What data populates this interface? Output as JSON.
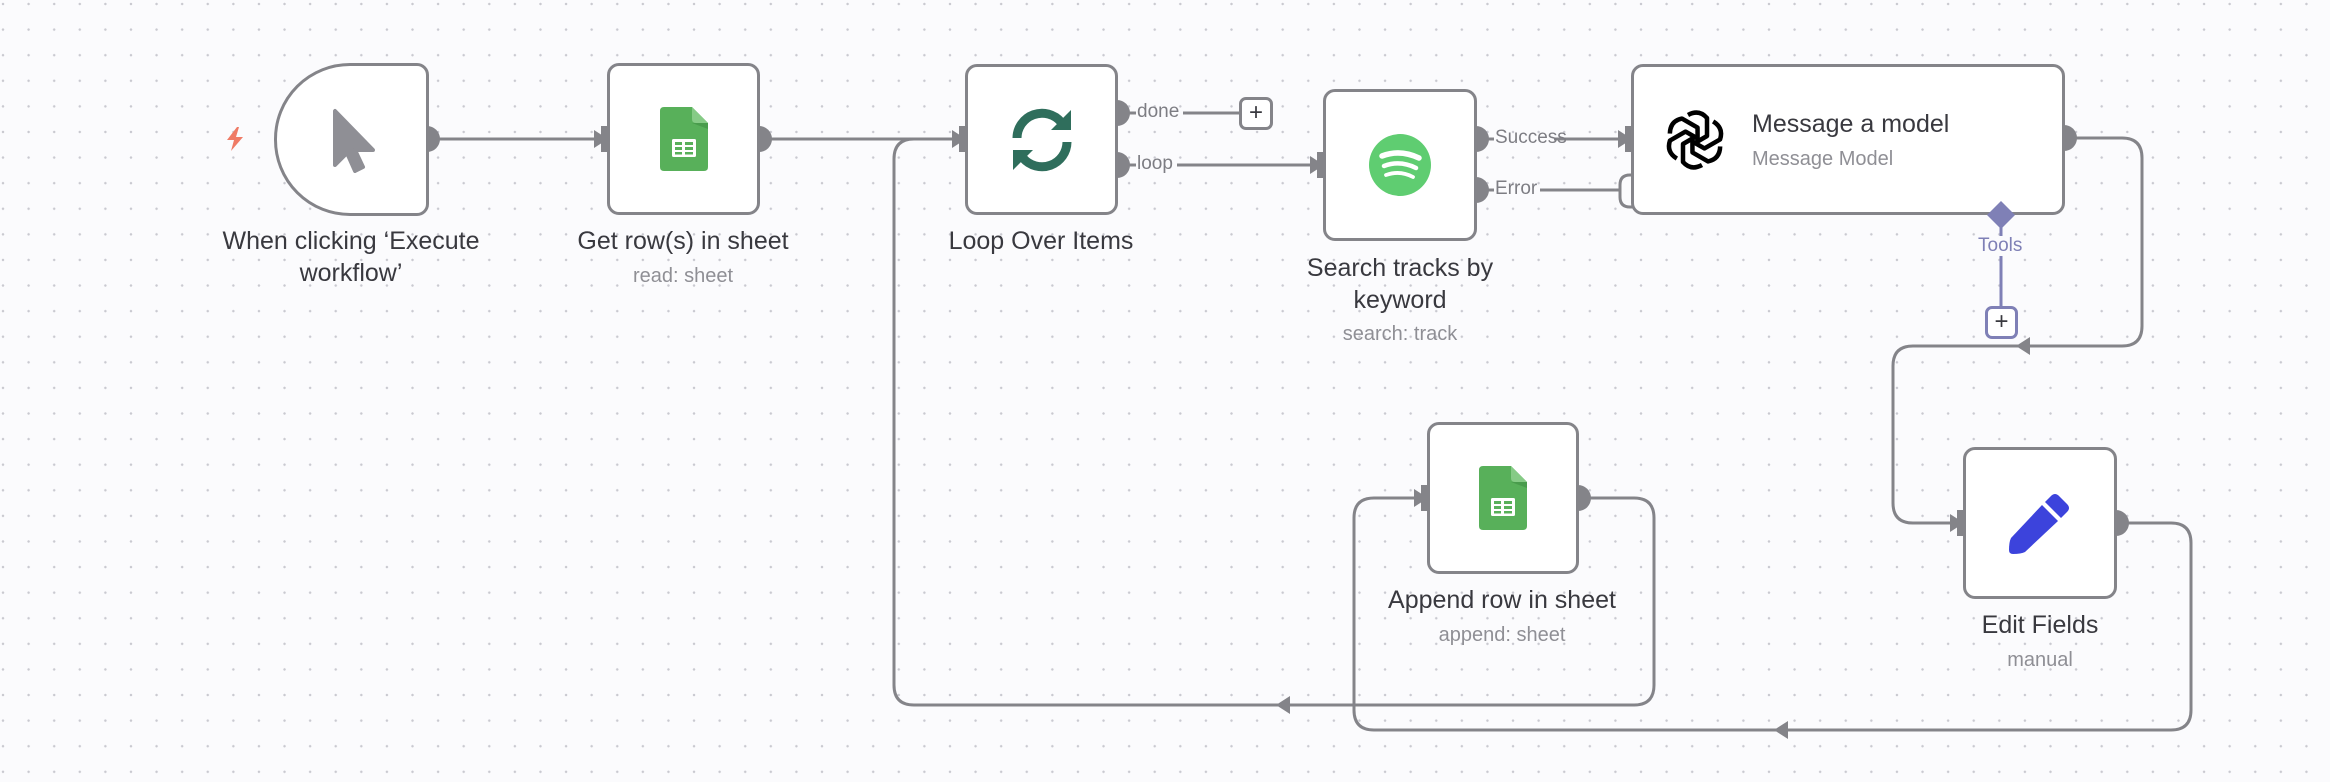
{
  "canvas": {
    "background": "#fbfbfd",
    "edge_color": "#848489",
    "tools_color": "#7f80b6"
  },
  "nodes": {
    "trigger": {
      "title_line1": "When clicking ‘Execute",
      "title_line2": "workflow’",
      "icon": "cursor-icon",
      "badge_icon": "lightning-bolt-icon",
      "badge_color": "#ef7b66"
    },
    "get_rows": {
      "title": "Get row(s) in sheet",
      "subtitle": "read: sheet",
      "icon": "google-sheets-icon"
    },
    "loop": {
      "title": "Loop Over Items",
      "icon": "loop-arrows-icon",
      "icon_color": "#2f6e5c",
      "outputs": [
        "done",
        "loop"
      ]
    },
    "spotify": {
      "title_line1": "Search tracks by",
      "title_line2": "keyword",
      "subtitle": "search: track",
      "icon": "spotify-icon",
      "icon_color": "#5fcd71",
      "outputs": [
        "Success",
        "Error"
      ]
    },
    "message_model": {
      "title": "Message a model",
      "subtitle": "Message Model",
      "icon": "openai-icon",
      "sub_input": "Tools"
    },
    "append_row": {
      "title": "Append row in sheet",
      "subtitle": "append: sheet",
      "icon": "google-sheets-icon"
    },
    "edit_fields": {
      "title": "Edit Fields",
      "subtitle": "manual",
      "icon": "pencil-icon",
      "icon_color": "#3c43dc"
    }
  },
  "add_buttons": {
    "done_plus": "+",
    "tools_plus": "+"
  },
  "edges": [
    {
      "from": "trigger",
      "to": "get_rows"
    },
    {
      "from": "get_rows",
      "to": "loop"
    },
    {
      "from": "loop",
      "output": "loop",
      "to": "spotify"
    },
    {
      "from": "spotify",
      "output": "Success",
      "to": "message_model"
    },
    {
      "from": "spotify",
      "output": "Error",
      "to": "message_model"
    },
    {
      "from": "message_model",
      "to": "edit_fields"
    },
    {
      "from": "edit_fields",
      "to": "append_row"
    },
    {
      "from": "append_row",
      "to": "loop"
    }
  ]
}
